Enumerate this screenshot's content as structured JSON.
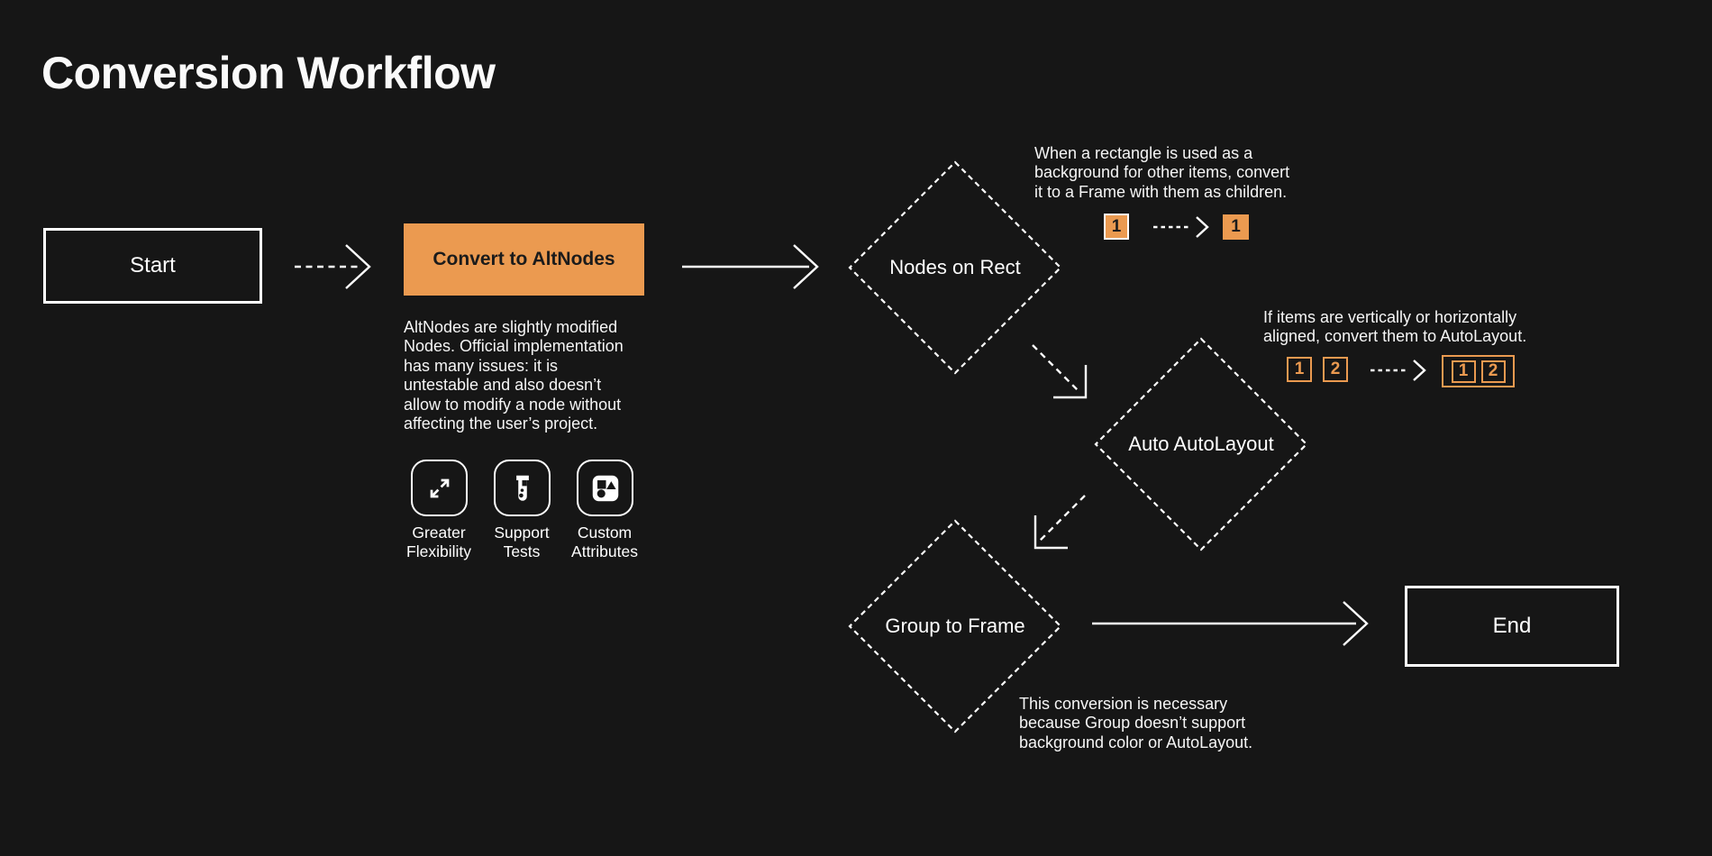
{
  "page": {
    "title": "Conversion Workflow",
    "background_color": "#161616",
    "accent_orange": "#EB9A50"
  },
  "nodes": {
    "start": {
      "label": "Start",
      "shape": "rectangle"
    },
    "convert": {
      "label": "Convert to AltNodes",
      "shape": "rectangle",
      "fill": "#EB9A50"
    },
    "nodes_on_rect": {
      "label": "Nodes on Rect",
      "shape": "diamond-dashed"
    },
    "auto_autolayout": {
      "label": "Auto AutoLayout",
      "shape": "diamond-dashed"
    },
    "group_to_frame": {
      "label": "Group to Frame",
      "shape": "diamond-dashed"
    },
    "end": {
      "label": "End",
      "shape": "rectangle"
    }
  },
  "altnodes_note": {
    "lines": [
      "AltNodes are slightly modified",
      "Nodes. Official implementation",
      "has many issues: it is",
      "untestable and also doesn’t",
      "allow to modify a node without",
      "affecting the user’s project."
    ]
  },
  "features": [
    {
      "icon": "expand-arrows-icon",
      "label_lines": [
        "Greater",
        "Flexibility"
      ]
    },
    {
      "icon": "test-tube-icon",
      "label_lines": [
        "Support",
        "Tests"
      ]
    },
    {
      "icon": "shapes-icon",
      "label_lines": [
        "Custom",
        "Attributes"
      ]
    }
  ],
  "annotations": {
    "rect_to_frame": {
      "lines": [
        "When a rectangle is used as a",
        "background for other items, convert",
        "it to a Frame with them as children."
      ],
      "chip_before": "1",
      "chip_after": "1"
    },
    "autolayout": {
      "lines": [
        "If items are vertically or horizontally",
        "aligned, convert them to AutoLayout."
      ],
      "chips_before": [
        "1",
        "2"
      ],
      "chips_after": [
        "1",
        "2"
      ]
    },
    "group_note": {
      "lines": [
        "This conversion is necessary",
        "because Group doesn’t support",
        "background color or AutoLayout."
      ]
    }
  }
}
